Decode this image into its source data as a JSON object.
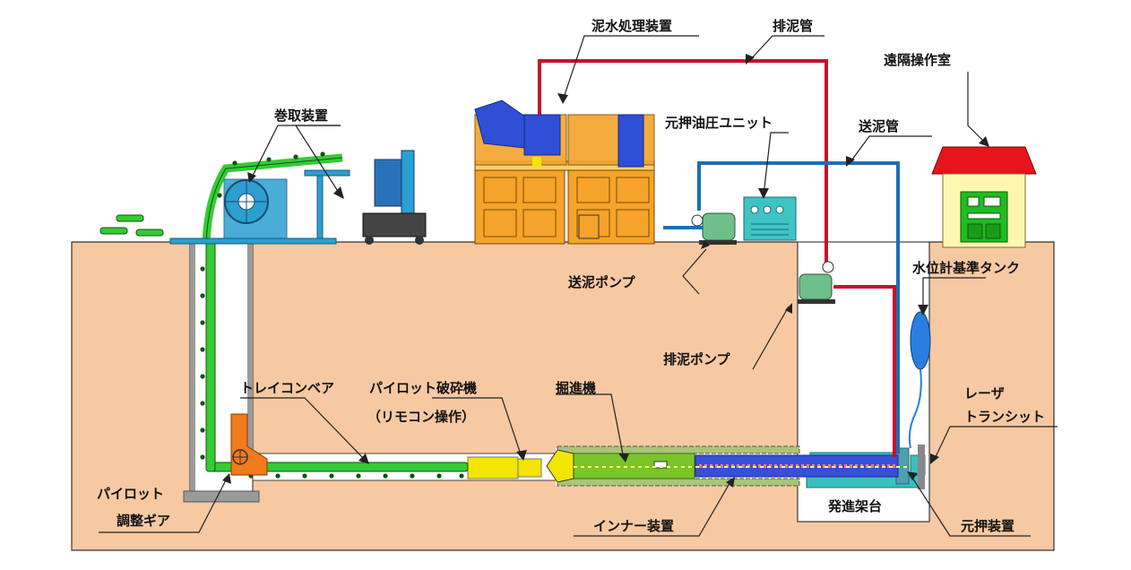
{
  "labels": {
    "dewatering_unit": "泥水処理装置",
    "discharge_pipe": "排泥管",
    "remote_room": "遠隔操作室",
    "winding_device": "巻取装置",
    "hydraulic_unit": "元押油圧ユニット",
    "feed_pipe": "送泥管",
    "feed_pump": "送泥ポンプ",
    "water_level_tank": "水位計基準タンク",
    "discharge_pump": "排泥ポンプ",
    "laser_line1": "レーザ",
    "laser_line2": "トランシット",
    "tray_conveyor": "トレイコンベア",
    "pilot_crusher": "パイロット破砕機",
    "remote_control": "（リモコン操作）",
    "boring_machine": "掘進機",
    "pilot_gear_line1": "パイロット",
    "pilot_gear_line2": "調整ギア",
    "launch_frame": "発進架台",
    "inner_device": "インナー装置",
    "main_jack": "元押装置"
  },
  "colors": {
    "ground": "#f6c9a2",
    "discharge_pipe": "#c8102e",
    "feed_pipe": "#1b6fb5",
    "conveyor": "#33cc33",
    "tank_orange": "#f5a32a",
    "machine_blue": "#2f4fd6",
    "house_roof": "#e8141b",
    "house_wall": "#fff6b0",
    "panel_green": "#22bb22",
    "boring_machine": "#7bc42a",
    "crusher": "#f2e600",
    "gear": "#f07a1c",
    "inner_device": "#3a4fd8",
    "frame": "#3bbfc0",
    "level_tank": "#2a7ee0"
  }
}
